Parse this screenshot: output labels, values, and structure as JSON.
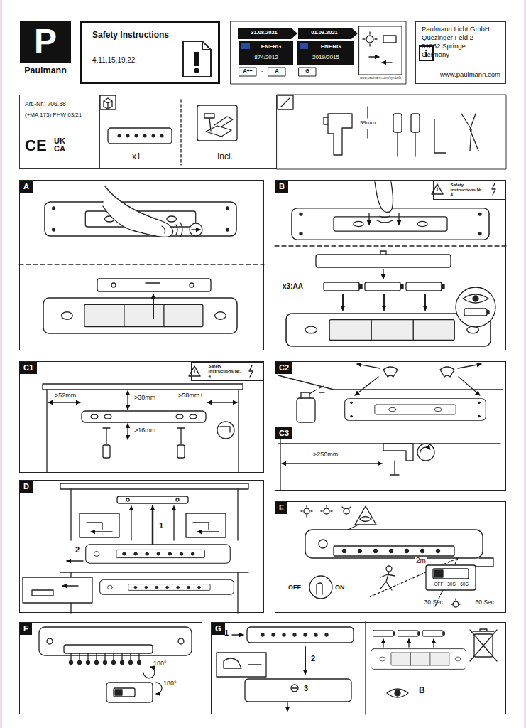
{
  "diagram": {
    "nodes": [
      {
        "text": [
          "P",
          "Paulmann"
        ]
      },
      {
        "text": [
          "Safety Instructions",
          "4,11,15,19,22"
        ]
      },
      {
        "text": [
          "Paulmann Licht GmbH",
          "Quezinger Feld 2",
          "31832 Springe",
          "Germany",
          "www.paulmann.com"
        ]
      },
      {
        "text": [
          "i"
        ],
        "in": 2
      },
      {
        "text": [
          "Art.-Nr.: 706.38",
          "(+MA 173) PHW 03/21",
          "CE",
          "UK CA"
        ]
      },
      {
        "text": [
          "x1",
          "Incl."
        ]
      },
      {
        "text": [
          "A"
        ]
      },
      {
        "text": [
          "B"
        ]
      },
      {
        "text": [
          "Safety Instructions Nr. 4"
        ],
        "in": 7
      },
      {
        "text": [
          "C1"
        ]
      },
      {
        "text": [
          "Safety Instructions Nr. 4"
        ],
        "in": 9
      },
      {
        "text": [
          "C2"
        ]
      },
      {
        "text": [
          "C3"
        ]
      },
      {
        "text": [
          "D"
        ]
      },
      {
        "text": [
          "E"
        ]
      },
      {
        "text": [
          "F"
        ]
      },
      {
        "text": [
          "G"
        ]
      }
    ],
    "labels": [
      "31.08.2021",
      "01.09.2021",
      "ENERG",
      "874/2012",
      "A++",
      "-",
      "A",
      "ENERG",
      "2019/2015",
      "G",
      "www.paulmann.com/symbols",
      "99mm",
      "x3:AA",
      ">52mm",
      ">30mm",
      ">58mm+",
      ">16mm",
      ">250mm",
      "1",
      "2",
      "2m",
      "OFF",
      "ON",
      "OFF",
      "30S",
      "60S",
      "30 Sec.",
      "60 Sec.",
      "180°",
      "180°",
      "1",
      "2",
      "3",
      "B"
    ]
  }
}
